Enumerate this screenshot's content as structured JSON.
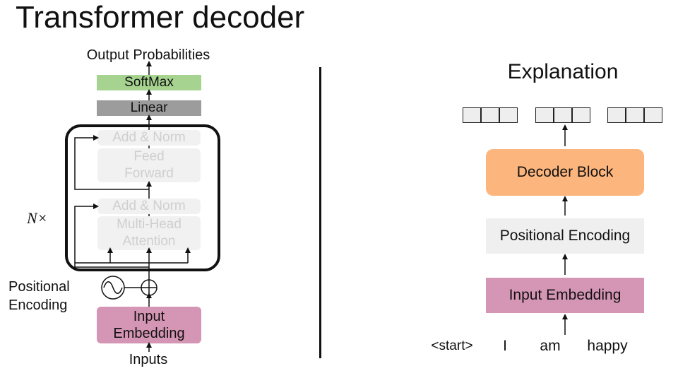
{
  "title": "Transformer decoder",
  "left": {
    "output_probabilities": "Output Probabilities",
    "softmax": "SoftMax",
    "linear": "Linear",
    "add_norm_top": "Add & Norm",
    "feed_forward_1": "Feed",
    "feed_forward_2": "Forward",
    "add_norm_bottom": "Add & Norm",
    "multihead_1": "Multi-Head",
    "multihead_2": "Attention",
    "n_times": "N×",
    "positional_1": "Positional",
    "positional_2": "Encoding",
    "input_embedding_1": "Input",
    "input_embedding_2": "Embedding",
    "inputs": "Inputs"
  },
  "right": {
    "explanation": "Explanation",
    "decoder_block": "Decoder Block",
    "positional_encoding": "Positional Encoding",
    "input_embedding": "Input Embedding",
    "tokens": [
      "<start>",
      "I",
      "am",
      "happy"
    ]
  },
  "colors": {
    "softmax": "#a6d38f",
    "linear": "#9c9c9c",
    "input_embedding": "#d596b5",
    "decoder_block": "#fbb57d",
    "positional_encoding": "#efefef",
    "faded_box": "#f1f1f1",
    "output_cell": "#eeeeee"
  }
}
